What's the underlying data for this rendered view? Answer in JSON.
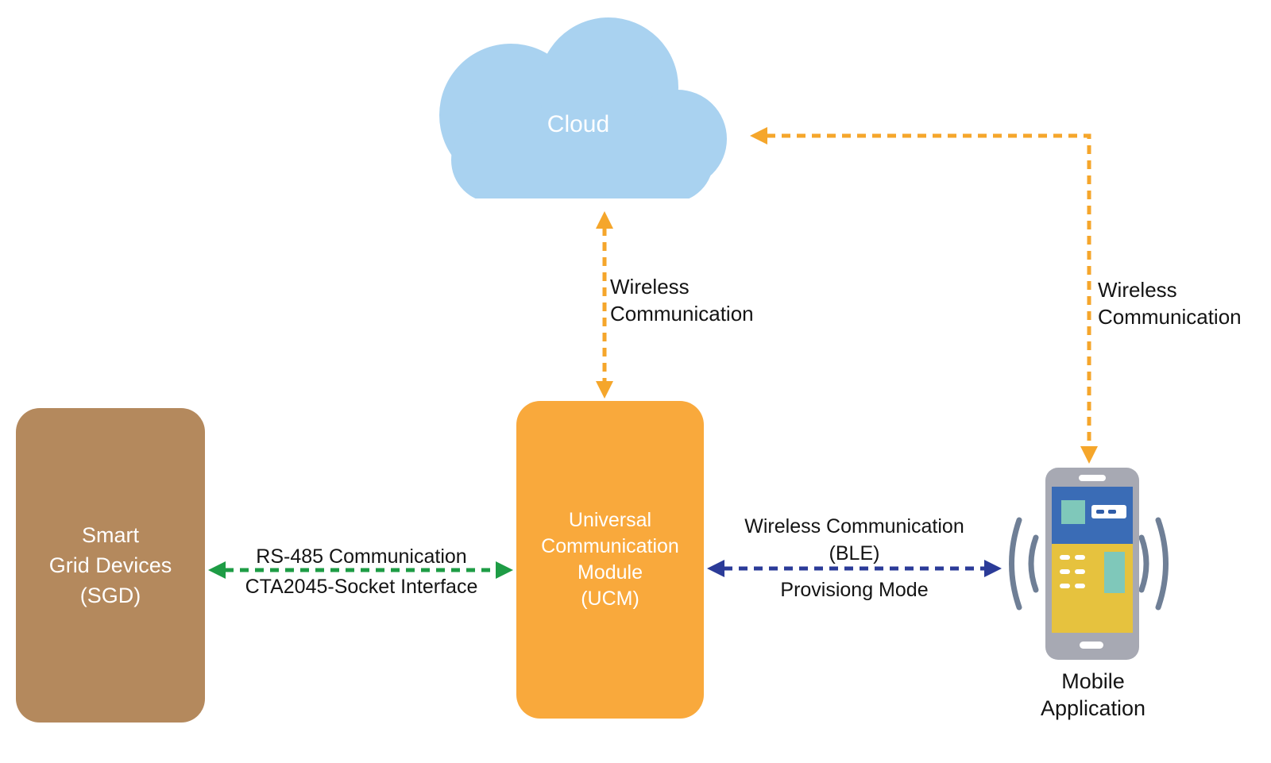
{
  "nodes": {
    "cloud": {
      "label": "Cloud",
      "fill": "#A9D2F0",
      "text_color": "#FFFFFF"
    },
    "sgd": {
      "lines": [
        "Smart",
        "Grid Devices",
        "(SGD)"
      ],
      "fill": "#B4895D",
      "text_color": "#FFFFFF"
    },
    "ucm": {
      "lines": [
        "Universal",
        "Communication",
        "Module",
        "(UCM)"
      ],
      "fill": "#F9A93C",
      "text_color": "#FFFFFF"
    },
    "mobile": {
      "caption_lines": [
        "Mobile",
        "Application"
      ],
      "icon": "smartphone-with-signal-waves"
    }
  },
  "edges": {
    "cloud_ucm": {
      "labels": [
        "Wireless",
        "Communication"
      ],
      "color": "#F5A62B",
      "line_style": "dashed",
      "direction": "bidirectional"
    },
    "cloud_mobile": {
      "labels": [
        "Wireless",
        "Communication"
      ],
      "color": "#F5A62B",
      "line_style": "dashed",
      "direction": "bidirectional"
    },
    "sgd_ucm": {
      "label_above": "RS-485 Communication",
      "label_below": "CTA2045-Socket Interface",
      "color": "#1E9C45",
      "line_style": "dashed",
      "direction": "bidirectional"
    },
    "ucm_mobile": {
      "labels_above": [
        "Wireless Communication",
        "(BLE)"
      ],
      "label_below": "Provisiong Mode",
      "color": "#2B3B98",
      "line_style": "dashed",
      "direction": "bidirectional"
    }
  },
  "phone_icon": {
    "body": "#A7A9B3",
    "screen": "#3A6CB6",
    "screen_dashes": "#2F5CA8",
    "accent_teal": "#7FC8BA",
    "accent_yellow": "#E6C23E",
    "waves": "#6F7F96",
    "details": "#FFFFFF"
  },
  "icons": {
    "cloud": "cloud-shape",
    "mobile": "smartphone-with-signal-waves"
  }
}
